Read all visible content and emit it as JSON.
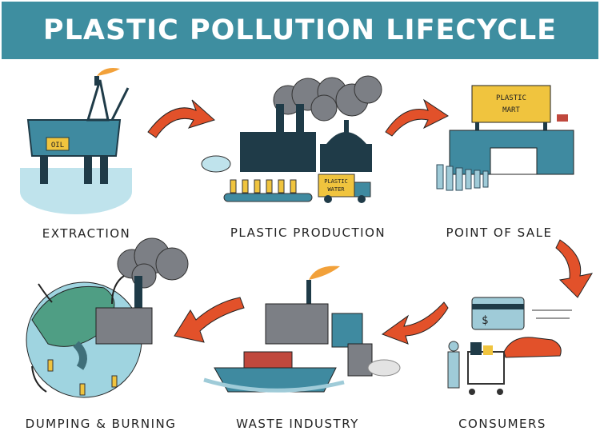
{
  "title": "PLASTIC POLLUTION LIFECYCLE",
  "stages": [
    {
      "label": "EXTRACTION"
    },
    {
      "label": "PLASTIC PRODUCTION"
    },
    {
      "label": "POINT OF SALE"
    },
    {
      "label": "CONSUMERS"
    },
    {
      "label": "WASTE INDUSTRY"
    },
    {
      "label": "DUMPING & BURNING"
    }
  ],
  "illustration_text": {
    "rig_tank": "OIL",
    "truck_line1": "PLASTIC",
    "truck_line2": "WATER",
    "store_sign_line1": "PLASTIC",
    "store_sign_line2": "MART",
    "card_symbol": "$"
  },
  "colors": {
    "banner": "#3e8ea0",
    "arrow": "#e2512a",
    "teal": "#3f8aa0",
    "dark": "#1f3b48",
    "yellow": "#f0c43e",
    "smoke": "#7c7f85"
  }
}
